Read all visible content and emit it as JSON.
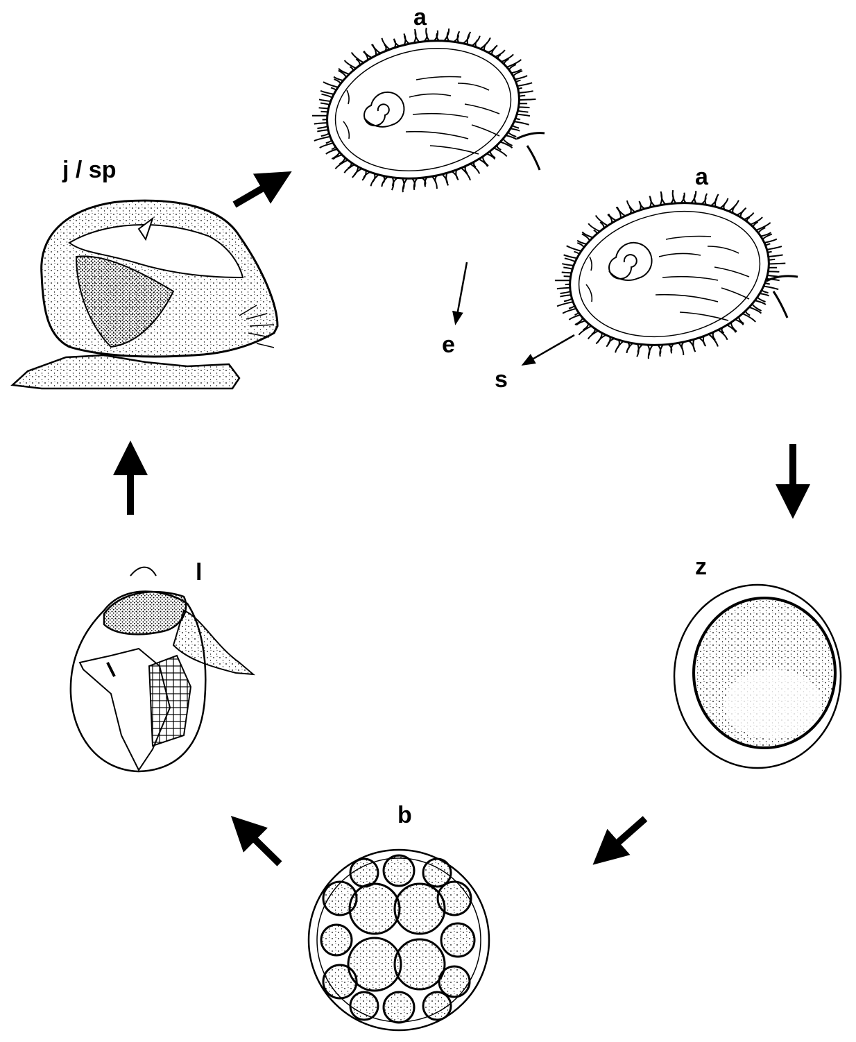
{
  "labels": {
    "abalone_top": "a",
    "abalone_right": "a",
    "juvenile": "j / sp",
    "egg_release": "e",
    "sperm_release": "s",
    "zygote": "z",
    "blastula": "b",
    "larva": "l"
  },
  "colors": {
    "ink": "#000000",
    "paper": "#ffffff"
  }
}
